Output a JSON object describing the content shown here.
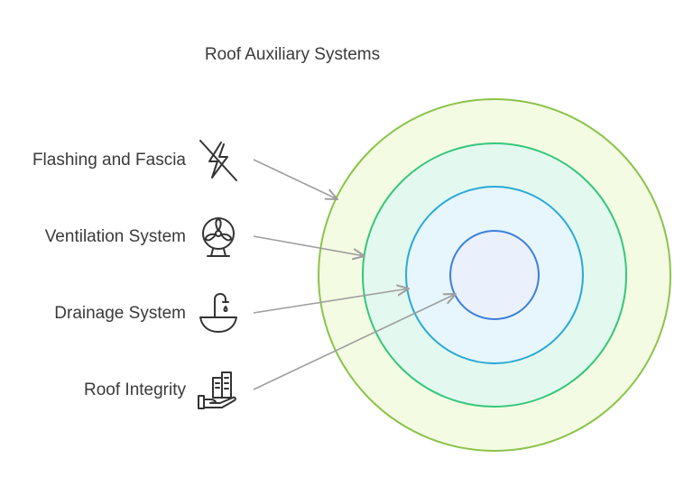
{
  "diagram": {
    "title": "Roof Auxiliary Systems",
    "layers": [
      {
        "label": "Flashing and Fascia",
        "icon": "lightning-off-icon",
        "fill": "#f4fbe3",
        "stroke": "#8bc34a"
      },
      {
        "label": "Ventilation System",
        "icon": "fan-icon",
        "fill": "#e3f8ee",
        "stroke": "#34c77b"
      },
      {
        "label": "Drainage System",
        "icon": "faucet-basin-icon",
        "fill": "#e6f6fc",
        "stroke": "#29a9d6"
      },
      {
        "label": "Roof Integrity",
        "icon": "hand-buildings-icon",
        "fill": "#eaf0fc",
        "stroke": "#3d7fdc"
      }
    ],
    "arrow_color": "#9e9e9e",
    "text_color": "#3a3a3a"
  }
}
